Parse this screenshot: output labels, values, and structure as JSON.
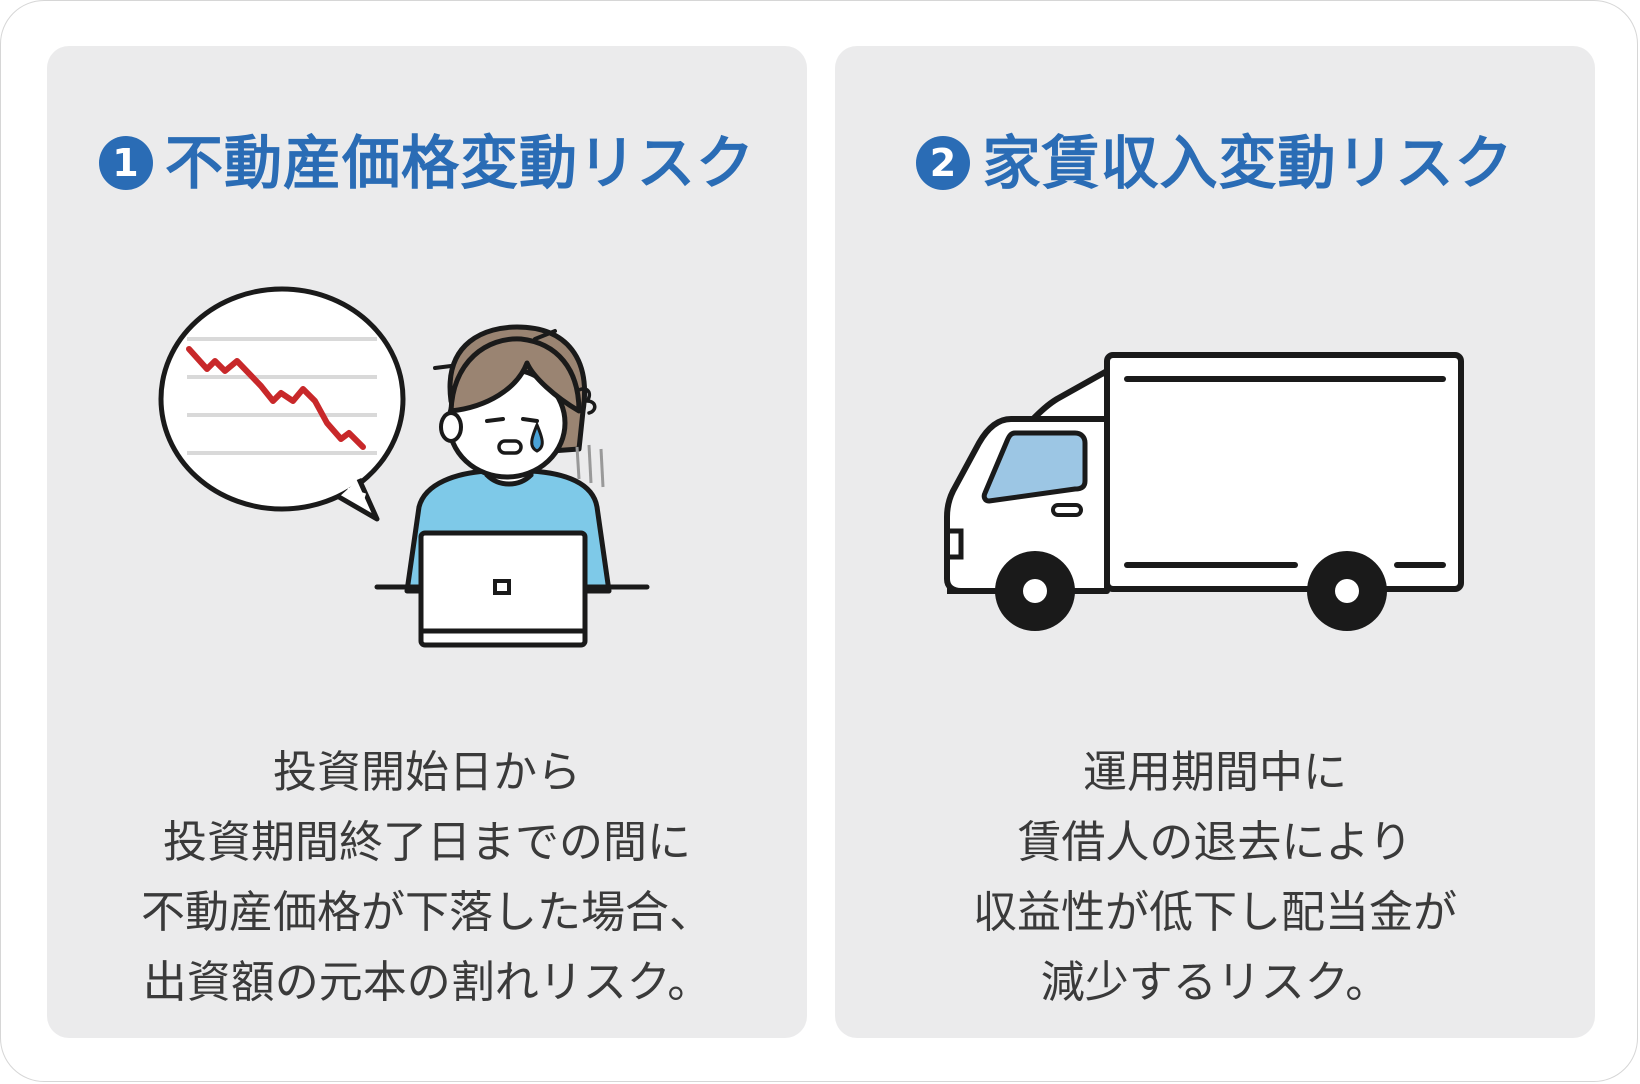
{
  "cards": [
    {
      "number": "1",
      "title": "不動産価格変動リスク",
      "lines": [
        "投資開始日から",
        "投資期間終了日までの間に",
        "不動産価格が下落した場合、",
        "出資額の元本の割れリスク。"
      ],
      "illustration": "worried-person-laptop-falling-chart"
    },
    {
      "number": "2",
      "title": "家賃収入変動リスク",
      "lines": [
        "運用期間中に",
        "賃借人の退去により",
        "収益性が低下し配当金が",
        "減少するリスク。"
      ],
      "illustration": "moving-truck"
    }
  ],
  "colors": {
    "accent": "#2a6cb5",
    "card_bg": "#ebebec",
    "text": "#3a3a3a",
    "chart_line": "#c8282a",
    "shirt": "#7ec9e8",
    "hair": "#9a8472",
    "window": "#9cc6e4"
  }
}
